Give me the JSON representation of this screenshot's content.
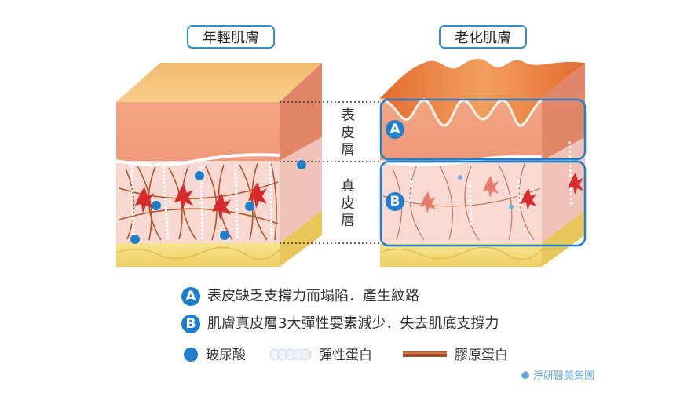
{
  "titles": {
    "young": "年輕肌膚",
    "aged": "老化肌膚"
  },
  "layer_labels": {
    "epidermis": [
      "表",
      "皮",
      "層"
    ],
    "dermis": [
      "真",
      "皮",
      "層"
    ]
  },
  "markers": {
    "a": "A",
    "b": "B"
  },
  "legend": {
    "a_text": "表皮缺乏支撐力而塌陷．產生紋路",
    "b_text": "肌膚真皮層3大彈性要素減少．失去肌底支撐力"
  },
  "key": {
    "hyaluronic": "玻尿酸",
    "elastin": "彈性蛋白",
    "collagen": "膠原蛋白"
  },
  "colors": {
    "accent_blue": "#1f7fcc",
    "epidermis": "#f1a07c",
    "epidermis_top": "#f6c47e",
    "dermis": "#f7d6cf",
    "fat": "#f5dc7c",
    "fibroblast": "#d72a2a",
    "collagen": "#b2552b"
  },
  "logo_text": "淨妍醫美集團"
}
